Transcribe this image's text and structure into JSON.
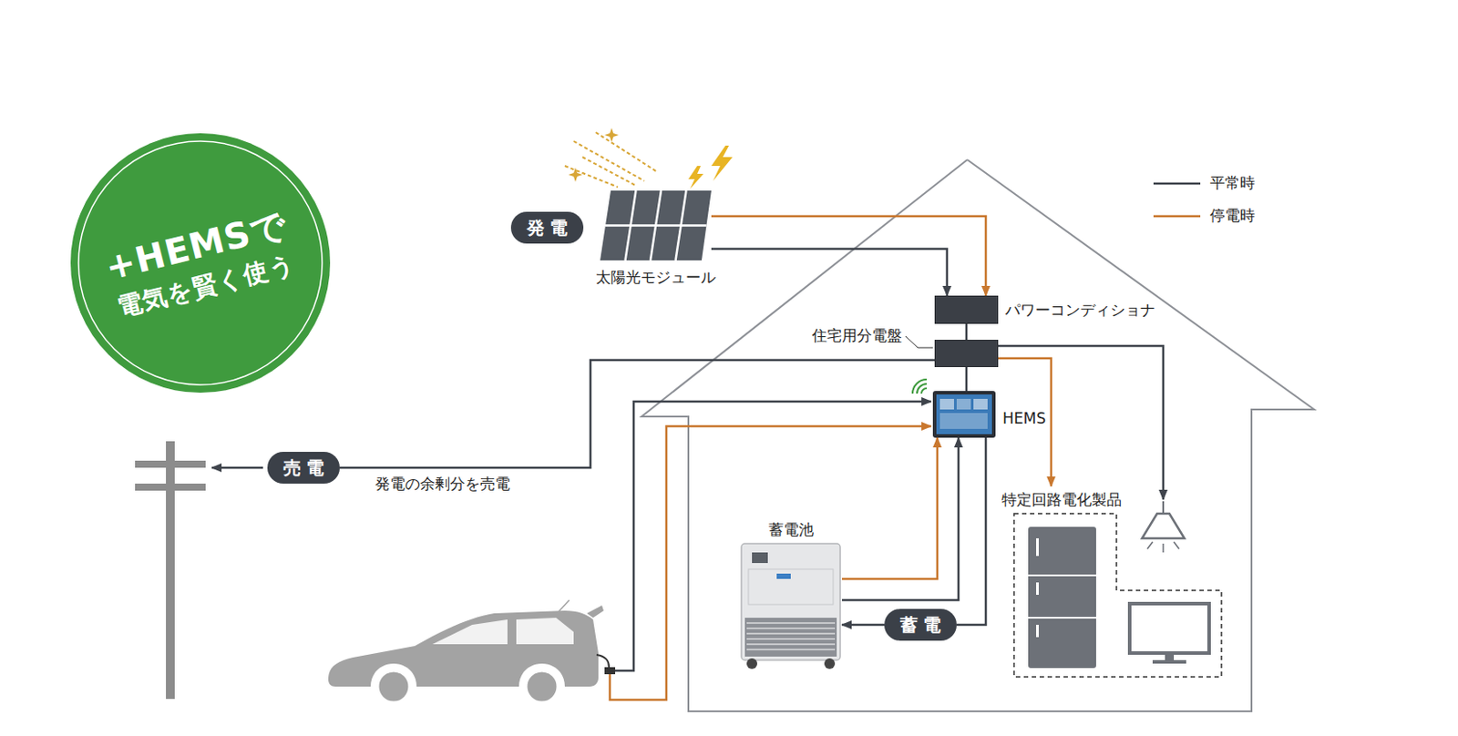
{
  "diagram": {
    "nodes": [
      {
        "text": [
          "+HEMSで",
          "電気を賢く使う"
        ]
      },
      {
        "text": [
          "発電"
        ]
      },
      {
        "text": [
          "太陽光モジュール"
        ]
      },
      {
        "text": [
          "パワーコンディショナ"
        ]
      },
      {
        "text": [
          "住宅用分電盤"
        ]
      },
      {
        "text": [
          "HEMS"
        ]
      },
      {
        "text": [
          "売電"
        ]
      },
      {
        "text": [
          "特定回路電化製品"
        ]
      },
      {
        "text": [
          "蓄電池"
        ]
      },
      {
        "text": [
          "蓄電"
        ]
      }
    ],
    "edges": [
      {
        "from": 2,
        "to": 3,
        "arrow": "to"
      },
      {
        "from": 2,
        "to": 3,
        "arrow": "to"
      },
      {
        "from": 3,
        "to": 4,
        "arrow": "none"
      },
      {
        "from": 4,
        "to": 6,
        "arrow": "none"
      },
      {
        "from": 4,
        "to": 7,
        "arrow": "to"
      },
      {
        "from": 4,
        "to": 5,
        "arrow": "none"
      },
      {
        "from": 8,
        "to": 5,
        "arrow": "to"
      },
      {
        "from": 8,
        "to": 5,
        "arrow": "to"
      },
      {
        "from": 5,
        "to": 9,
        "arrow": "none"
      },
      {
        "from": 9,
        "to": 8,
        "arrow": "to"
      }
    ],
    "labels": [
      "発電の余剰分を売電"
    ],
    "legend": [
      {
        "text": "平常時"
      },
      {
        "text": "停電時"
      }
    ]
  }
}
